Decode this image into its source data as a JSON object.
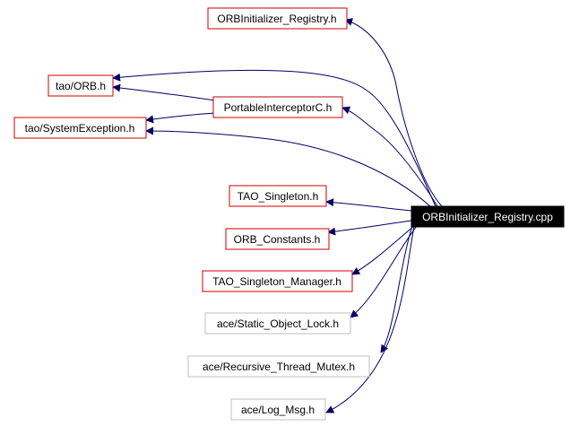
{
  "root": {
    "label": "ORBInitializer_Registry.cpp",
    "fill": "#000000",
    "text_color": "#ffffff"
  },
  "nodes": [
    {
      "id": "orbinit_registry_h",
      "label": "ORBInitializer_Registry.h",
      "documented": true
    },
    {
      "id": "tao_orb_h",
      "label": "tao/ORB.h",
      "documented": true
    },
    {
      "id": "portable_interceptor_c_h",
      "label": "PortableInterceptorC.h",
      "documented": true
    },
    {
      "id": "tao_system_exception_h",
      "label": "tao/SystemException.h",
      "documented": true
    },
    {
      "id": "tao_singleton_h",
      "label": "TAO_Singleton.h",
      "documented": true
    },
    {
      "id": "orb_constants_h",
      "label": "ORB_Constants.h",
      "documented": true
    },
    {
      "id": "tao_singleton_manager_h",
      "label": "TAO_Singleton_Manager.h",
      "documented": true
    },
    {
      "id": "ace_static_object_lock_h",
      "label": "ace/Static_Object_Lock.h",
      "documented": false
    },
    {
      "id": "ace_recursive_thread_mutex_h",
      "label": "ace/Recursive_Thread_Mutex.h",
      "documented": false
    },
    {
      "id": "ace_log_msg_h",
      "label": "ace/Log_Msg.h",
      "documented": false
    }
  ],
  "colors": {
    "documented_border": "#cc0000",
    "external_border": "#bfbfbf",
    "edge": "#000066",
    "node_fill": "#ffffff",
    "text": "#000000"
  }
}
